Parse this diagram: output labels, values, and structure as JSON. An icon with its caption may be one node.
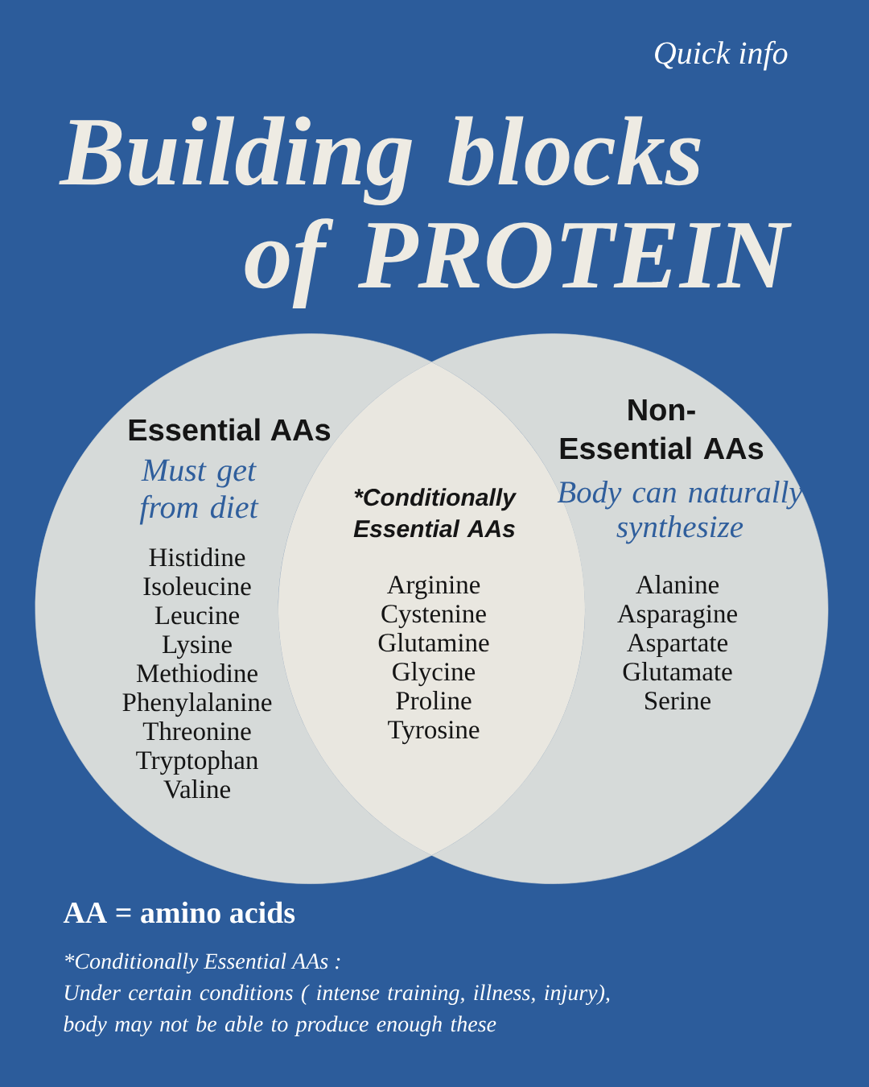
{
  "diagram": {
    "title": "Building blocks of PROTEIN",
    "nodes": [
      {
        "text": [
          "Essential AAs",
          "Must get from diet",
          "Histidine",
          "Isoleucine",
          "Leucine",
          "Lysine",
          "Methiodine",
          "Phenylalanine",
          "Threonine",
          "Tryptophan",
          "Valine"
        ]
      },
      {
        "text": [
          "*Conditionally Essential AAs",
          "Arginine",
          "Cystenine",
          "Glutamine",
          "Glycine",
          "Proline",
          "Tyrosine"
        ]
      },
      {
        "text": [
          "Non-Essential AAs",
          "Body can naturally synthesize",
          "Alanine",
          "Asparagine",
          "Aspartate",
          "Glutamate",
          "Serine"
        ]
      }
    ],
    "labels": [
      "Quick info",
      "AA = amino acids",
      "*Conditionally Essential AAs :",
      "Under certain conditions ( intense training, illness, injury), body may not be able to produce enough these"
    ]
  }
}
